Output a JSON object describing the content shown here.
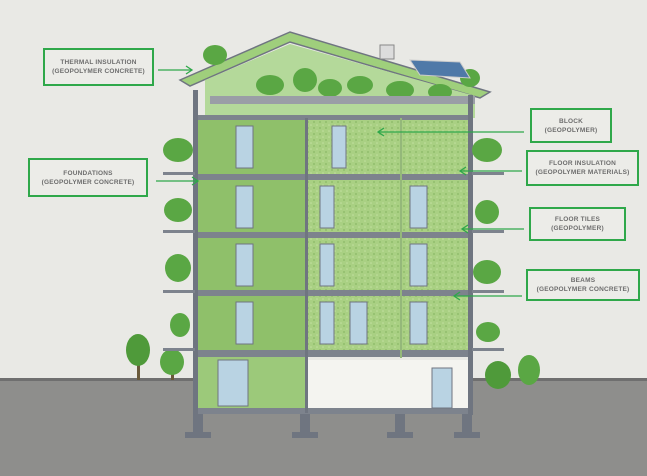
{
  "labels": {
    "thermal": {
      "title": "THERMAL INSULATION",
      "material": "(GEOPOLYMER CONCRETE)"
    },
    "foundations": {
      "title": "FOUNDATIONS",
      "material": "(GEOPOLYMER CONCRETE)"
    },
    "block": {
      "title": "BLOCK",
      "material": "(GEOPOLYMER)"
    },
    "floor_insulation": {
      "title": "FLOOR INSULATION",
      "material": "(GEOPOLYMER MATERIALS)"
    },
    "floor_tiles": {
      "title": "FLOOR TILES",
      "material": "(GEOPOLYMER)"
    },
    "beams": {
      "title": "BEAMS",
      "material": "(GEOPOLYMER CONCRETE)"
    }
  },
  "colors": {
    "accent": "#2fa84a",
    "wall": "#8fc06a",
    "block": "#a9d083",
    "ground": "#8e8e8c",
    "structure": "#6f7580"
  }
}
